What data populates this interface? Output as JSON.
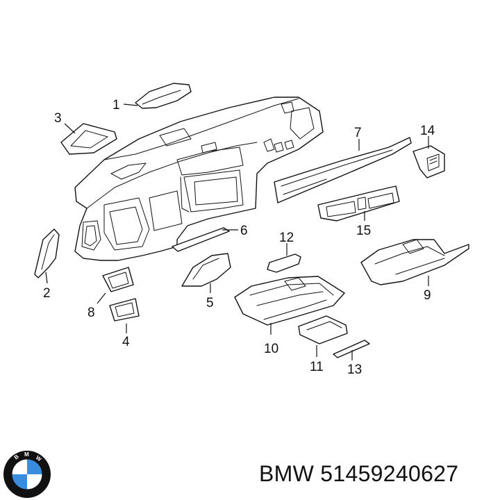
{
  "callouts": {
    "c1": "1",
    "c2": "2",
    "c3": "3",
    "c4": "4",
    "c5": "5",
    "c6": "6",
    "c7": "7",
    "c8": "8",
    "c9": "9",
    "c10": "10",
    "c11": "11",
    "c12": "12",
    "c13": "13",
    "c14": "14",
    "c15": "15"
  },
  "footer": {
    "brand": "BMW",
    "part_number": "51459240627",
    "text": "BMW 51459240627"
  },
  "logo": {
    "letters": "BMW",
    "colors": {
      "ring": "#111111",
      "blue": "#3a8dde",
      "white": "#ffffff",
      "letters": "#ffffff"
    }
  }
}
